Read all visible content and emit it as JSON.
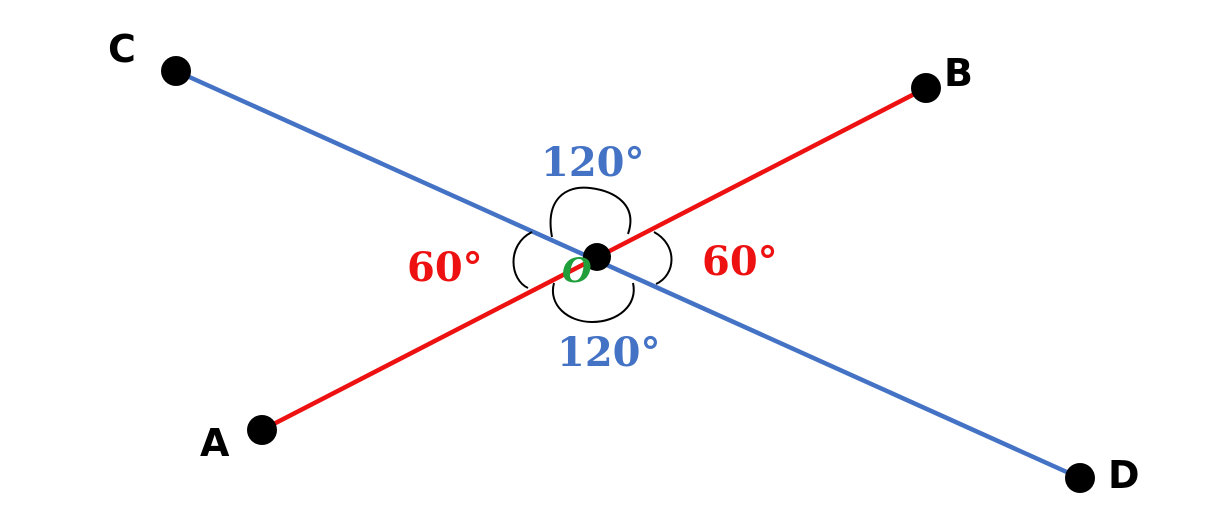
{
  "colors": {
    "line_ab": "#ee1111",
    "line_cd": "#4472c4",
    "point": "#000000",
    "arc": "#000000",
    "center_label": "#1f9e3a",
    "acute_angle_text": "#ee1111",
    "obtuse_angle_text": "#4472c4",
    "point_text": "#000000"
  },
  "points": {
    "A": "A",
    "B": "B",
    "C": "C",
    "D": "D",
    "O": "O"
  },
  "angles": {
    "top": "120°",
    "bottom": "120°",
    "left": "60°",
    "right": "60°"
  }
}
